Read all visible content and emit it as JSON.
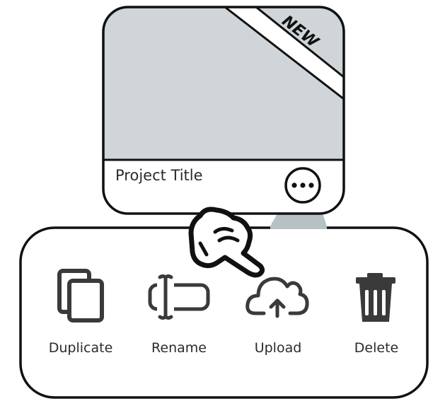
{
  "card": {
    "title": "Project Title",
    "ribbon_label": "NEW",
    "thumbnail_color": "#cfd5d8",
    "more_icon": "ellipsis-icon"
  },
  "menu": {
    "items": [
      {
        "label": "Duplicate",
        "icon": "duplicate-icon"
      },
      {
        "label": "Rename",
        "icon": "rename-icon"
      },
      {
        "label": "Upload",
        "icon": "cloud-upload-icon"
      },
      {
        "label": "Delete",
        "icon": "trash-icon"
      }
    ]
  },
  "colors": {
    "stroke": "#111111",
    "icon": "#3a3a3a",
    "connector": "#b7c0c4"
  }
}
